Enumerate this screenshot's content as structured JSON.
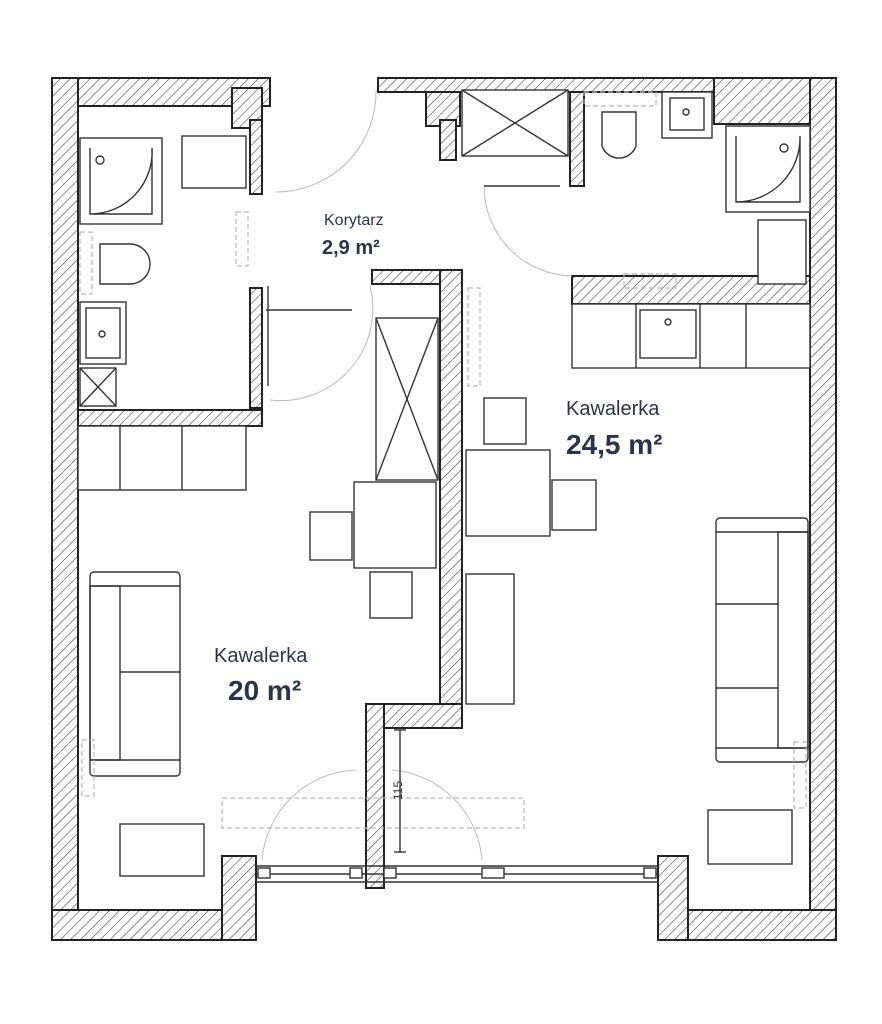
{
  "rooms": {
    "corridor": {
      "name": "Korytarz",
      "area": "2,9 m²"
    },
    "studio_right": {
      "name": "Kawalerka",
      "area": "24,5 m²"
    },
    "studio_left": {
      "name": "Kawalerka",
      "area": "20 m²"
    }
  },
  "dimension": {
    "value": "115"
  },
  "colors": {
    "wall_stroke": "#222222",
    "label": "#2b3445",
    "ghost": "#b8b8b8"
  }
}
